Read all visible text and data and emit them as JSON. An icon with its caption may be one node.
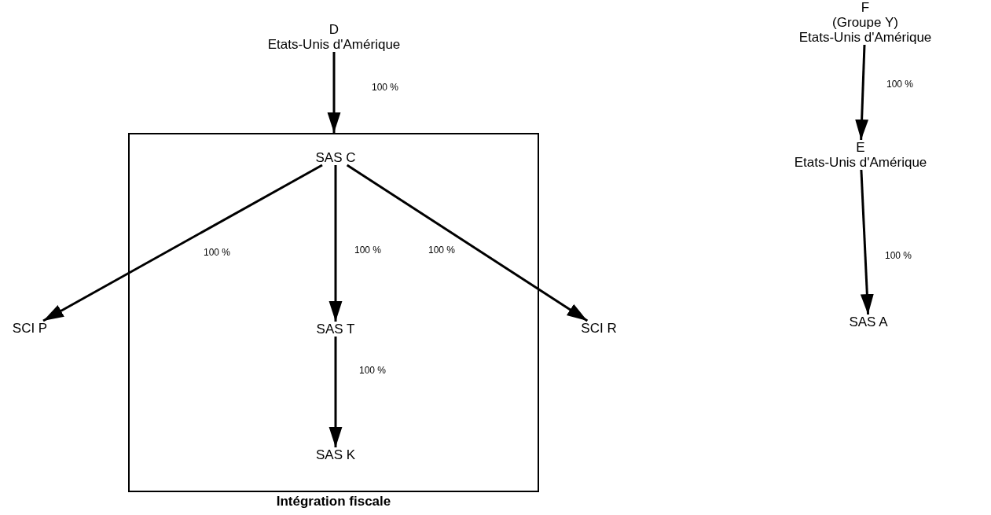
{
  "diagram": {
    "nodes": [
      {
        "text": [
          "D",
          "Etats-Unis d'Amérique"
        ]
      },
      {
        "text": [
          "Intégration fiscale"
        ]
      },
      {
        "text": [
          "SAS C"
        ],
        "in": 1
      },
      {
        "text": [
          "SCI P"
        ]
      },
      {
        "text": [
          "SAS T"
        ],
        "in": 1
      },
      {
        "text": [
          "SCI R"
        ]
      },
      {
        "text": [
          "SAS K"
        ],
        "in": 1
      },
      {
        "text": [
          "F",
          "(Groupe Y)",
          "Etats-Unis d'Amérique"
        ]
      },
      {
        "text": [
          "E",
          "Etats-Unis d'Amérique"
        ]
      },
      {
        "text": [
          "SAS A"
        ]
      }
    ],
    "edges": [
      {
        "from": 0,
        "to": 1,
        "arrow": "to",
        "label": "100 %"
      },
      {
        "from": 2,
        "to": 3,
        "arrow": "to",
        "label": "100 %"
      },
      {
        "from": 2,
        "to": 4,
        "arrow": "to",
        "label": "100 %"
      },
      {
        "from": 2,
        "to": 5,
        "arrow": "to",
        "label": "100 %"
      },
      {
        "from": 4,
        "to": 6,
        "arrow": "to",
        "label": "100 %"
      },
      {
        "from": 7,
        "to": 8,
        "arrow": "to",
        "label": "100 %"
      },
      {
        "from": 8,
        "to": 9,
        "arrow": "to",
        "label": "100 %"
      }
    ]
  }
}
